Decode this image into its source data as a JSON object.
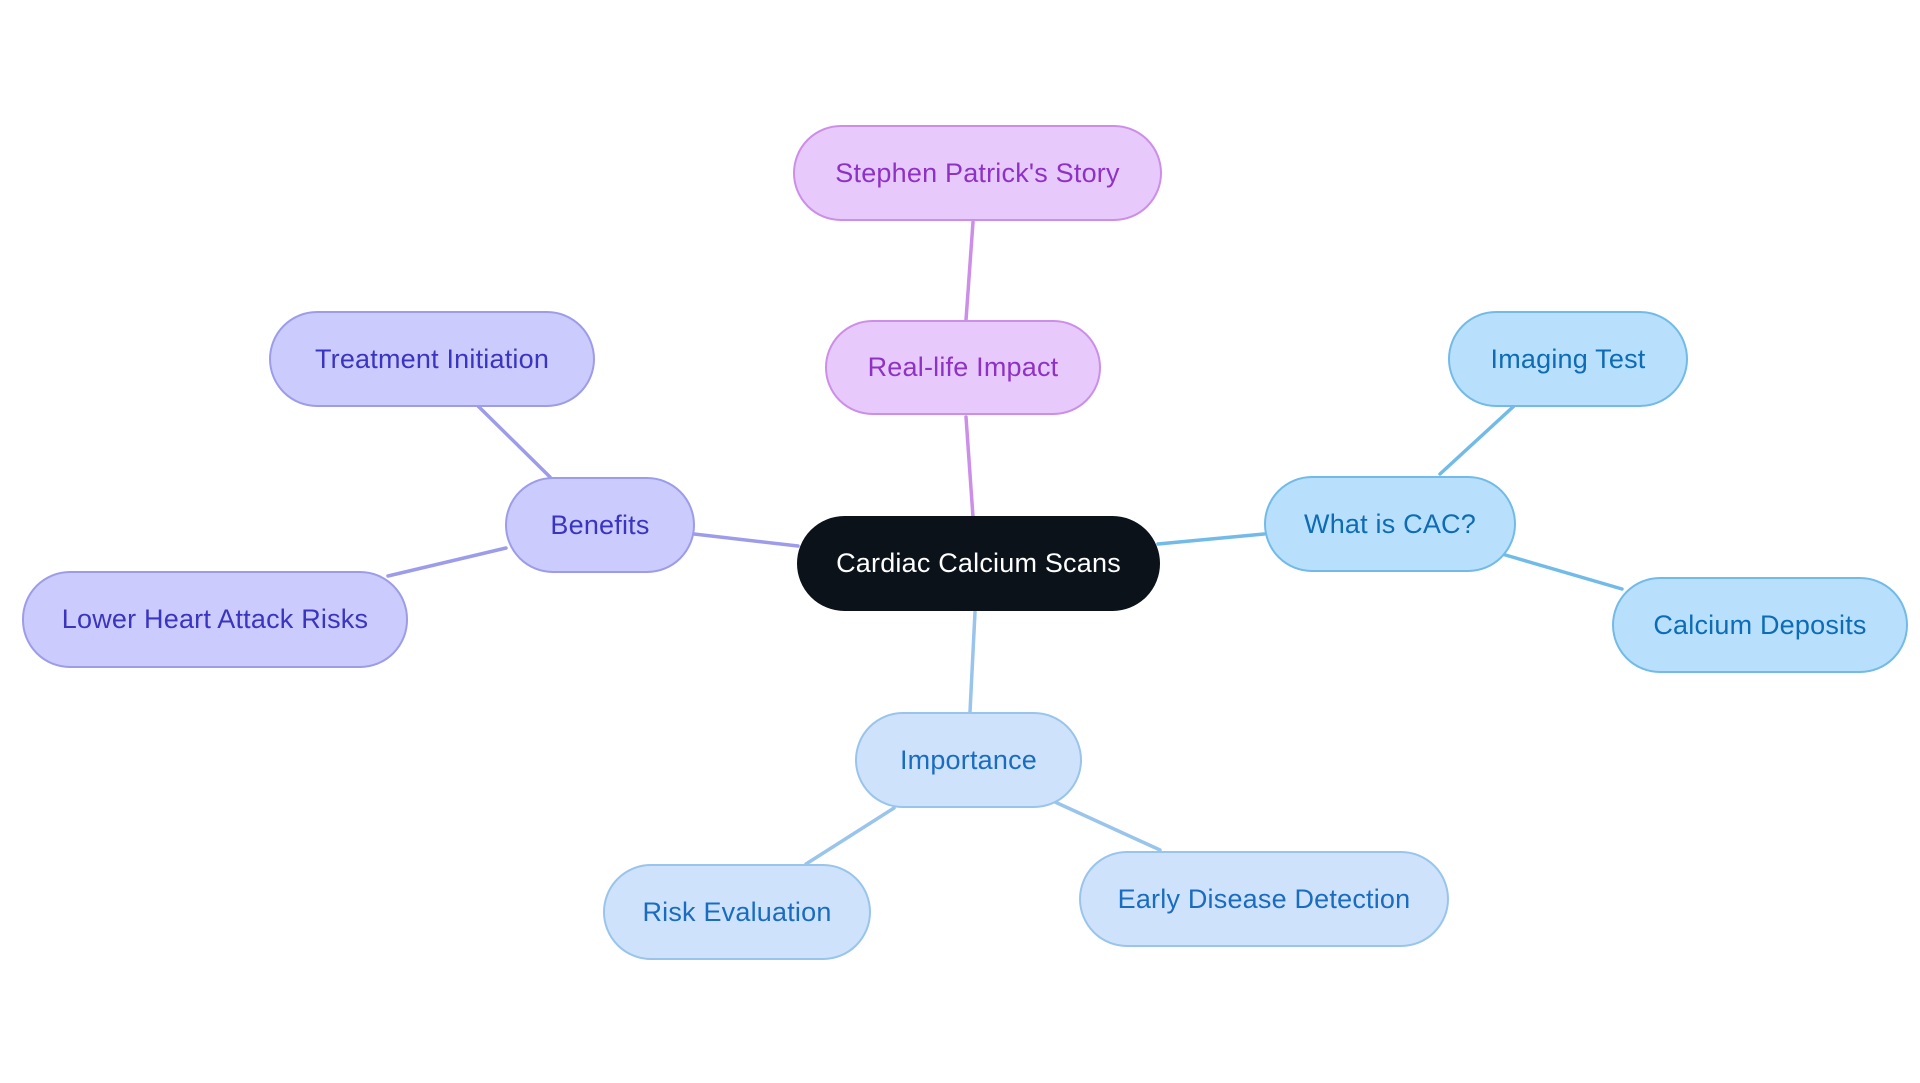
{
  "diagram": {
    "root": {
      "label": "Cardiac Calcium Scans"
    },
    "branches": [
      {
        "label": "Real-life Impact",
        "color": "#cc8ee8",
        "children": [
          {
            "label": "Stephen Patrick's Story"
          }
        ]
      },
      {
        "label": "Benefits",
        "color": "#9c9cea",
        "children": [
          {
            "label": "Treatment Initiation"
          },
          {
            "label": "Lower Heart Attack Risks"
          }
        ]
      },
      {
        "label": "What is CAC?",
        "color": "#72bbe8",
        "children": [
          {
            "label": "Imaging Test"
          },
          {
            "label": "Calcium Deposits"
          }
        ]
      },
      {
        "label": "Importance",
        "color": "#99c4ec",
        "children": [
          {
            "label": "Risk Evaluation"
          },
          {
            "label": "Early Disease Detection"
          }
        ]
      }
    ]
  }
}
